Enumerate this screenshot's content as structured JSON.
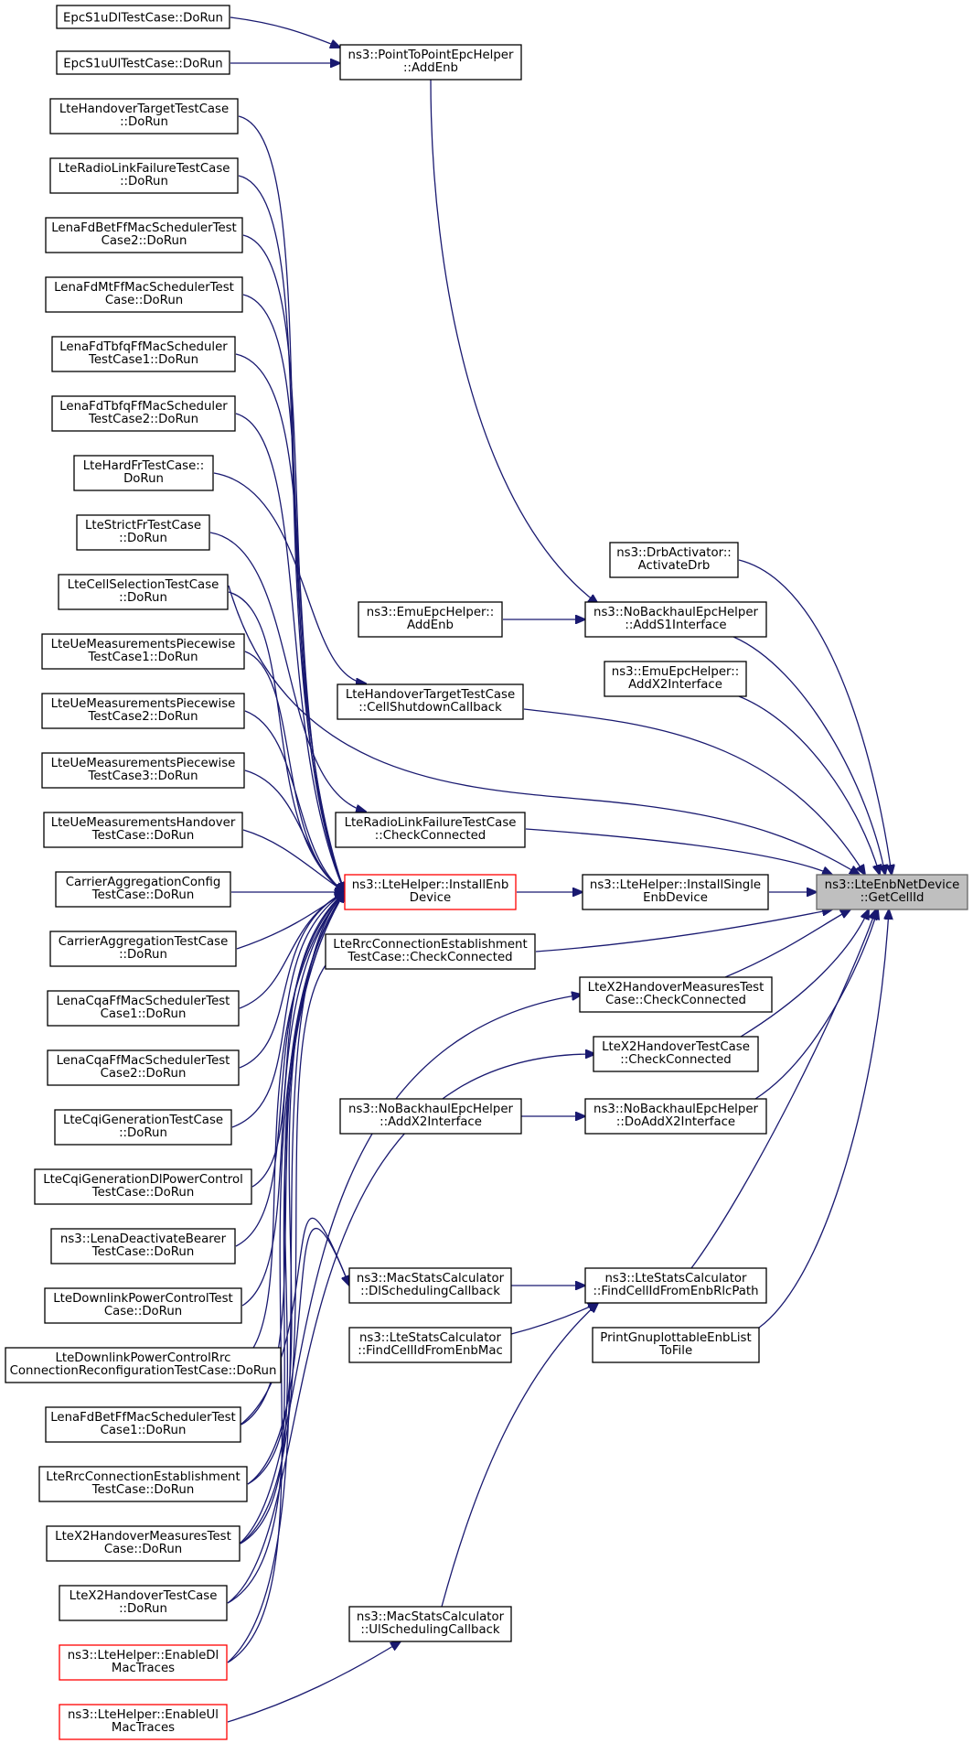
{
  "graph": {
    "colors": {
      "edge": "#191970",
      "root_fill": "#bfbfbf",
      "red_border": "#ff0000",
      "box_border": "#000000"
    },
    "nodes": [
      {
        "id": "root",
        "lines": [
          "ns3::LteEnbNetDevice",
          "::GetCellId"
        ],
        "style": "root"
      },
      {
        "id": "epcdl",
        "lines": [
          "EpcS1uDlTestCase::DoRun"
        ]
      },
      {
        "id": "epcul",
        "lines": [
          "EpcS1uUlTestCase::DoRun"
        ]
      },
      {
        "id": "p2p",
        "lines": [
          "ns3::PointToPointEpcHelper",
          "::AddEnb"
        ]
      },
      {
        "id": "hotarget",
        "lines": [
          "LteHandoverTargetTestCase",
          "::DoRun"
        ]
      },
      {
        "id": "rlf",
        "lines": [
          "LteRadioLinkFailureTestCase",
          "::DoRun"
        ]
      },
      {
        "id": "fdbet2",
        "lines": [
          "LenaFdBetFfMacSchedulerTest",
          "Case2::DoRun"
        ]
      },
      {
        "id": "fdmt",
        "lines": [
          "LenaFdMtFfMacSchedulerTest",
          "Case::DoRun"
        ]
      },
      {
        "id": "tbfq1",
        "lines": [
          "LenaFdTbfqFfMacScheduler",
          "TestCase1::DoRun"
        ]
      },
      {
        "id": "tbfq2",
        "lines": [
          "LenaFdTbfqFfMacScheduler",
          "TestCase2::DoRun"
        ]
      },
      {
        "id": "hardfr",
        "lines": [
          "LteHardFrTestCase::",
          "DoRun"
        ]
      },
      {
        "id": "strictfr",
        "lines": [
          "LteStrictFrTestCase",
          "::DoRun"
        ]
      },
      {
        "id": "cellsel",
        "lines": [
          "LteCellSelectionTestCase",
          "::DoRun"
        ]
      },
      {
        "id": "uepw1",
        "lines": [
          "LteUeMeasurementsPiecewise",
          "TestCase1::DoRun"
        ]
      },
      {
        "id": "uepw2",
        "lines": [
          "LteUeMeasurementsPiecewise",
          "TestCase2::DoRun"
        ]
      },
      {
        "id": "uepw3",
        "lines": [
          "LteUeMeasurementsPiecewise",
          "TestCase3::DoRun"
        ]
      },
      {
        "id": "uemho",
        "lines": [
          "LteUeMeasurementsHandover",
          "TestCase::DoRun"
        ]
      },
      {
        "id": "cacfg",
        "lines": [
          "CarrierAggregationConfig",
          "TestCase::DoRun"
        ]
      },
      {
        "id": "catest",
        "lines": [
          "CarrierAggregationTestCase",
          "::DoRun"
        ]
      },
      {
        "id": "cqa1",
        "lines": [
          "LenaCqaFfMacSchedulerTest",
          "Case1::DoRun"
        ]
      },
      {
        "id": "cqa2",
        "lines": [
          "LenaCqaFfMacSchedulerTest",
          "Case2::DoRun"
        ]
      },
      {
        "id": "cqigen",
        "lines": [
          "LteCqiGenerationTestCase",
          "::DoRun"
        ]
      },
      {
        "id": "cqidlpc",
        "lines": [
          "LteCqiGenerationDlPowerControl",
          "TestCase::DoRun"
        ]
      },
      {
        "id": "deact",
        "lines": [
          "ns3::LenaDeactivateBearer",
          "TestCase::DoRun"
        ]
      },
      {
        "id": "dlpc",
        "lines": [
          "LteDownlinkPowerControlTest",
          "Case::DoRun"
        ]
      },
      {
        "id": "dlpcrrc",
        "lines": [
          "LteDownlinkPowerControlRrc",
          "ConnectionReconfigurationTestCase::DoRun"
        ]
      },
      {
        "id": "fdbet1",
        "lines": [
          "LenaFdBetFfMacSchedulerTest",
          "Case1::DoRun"
        ]
      },
      {
        "id": "rrcest",
        "lines": [
          "LteRrcConnectionEstablishment",
          "TestCase::DoRun"
        ]
      },
      {
        "id": "x2hom",
        "lines": [
          "LteX2HandoverMeasuresTest",
          "Case::DoRun"
        ]
      },
      {
        "id": "x2ho",
        "lines": [
          "LteX2HandoverTestCase",
          "::DoRun"
        ]
      },
      {
        "id": "enabledl",
        "lines": [
          "ns3::LteHelper::EnableDl",
          "MacTraces"
        ],
        "style": "red"
      },
      {
        "id": "enableul",
        "lines": [
          "ns3::LteHelper::EnableUl",
          "MacTraces"
        ],
        "style": "red"
      },
      {
        "id": "drbact",
        "lines": [
          "ns3::DrbActivator::",
          "ActivateDrb"
        ]
      },
      {
        "id": "emuaddenb",
        "lines": [
          "ns3::EmuEpcHelper::",
          "AddEnb"
        ]
      },
      {
        "id": "nbs1",
        "lines": [
          "ns3::NoBackhaulEpcHelper",
          "::AddS1Interface"
        ]
      },
      {
        "id": "emux2",
        "lines": [
          "ns3::EmuEpcHelper::",
          "AddX2Interface"
        ]
      },
      {
        "id": "hoshut",
        "lines": [
          "LteHandoverTargetTestCase",
          "::CellShutdownCallback"
        ]
      },
      {
        "id": "rlfcheck",
        "lines": [
          "LteRadioLinkFailureTestCase",
          "::CheckConnected"
        ]
      },
      {
        "id": "installenb",
        "lines": [
          "ns3::LteHelper::InstallEnb",
          "Device"
        ],
        "style": "red"
      },
      {
        "id": "installsingle",
        "lines": [
          "ns3::LteHelper::InstallSingle",
          "EnbDevice"
        ]
      },
      {
        "id": "rrccheck",
        "lines": [
          "LteRrcConnectionEstablishment",
          "TestCase::CheckConnected"
        ]
      },
      {
        "id": "x2homcheck",
        "lines": [
          "LteX2HandoverMeasuresTest",
          "Case::CheckConnected"
        ]
      },
      {
        "id": "x2hocheck",
        "lines": [
          "LteX2HandoverTestCase",
          "::CheckConnected"
        ]
      },
      {
        "id": "nbx2add",
        "lines": [
          "ns3::NoBackhaulEpcHelper",
          "::AddX2Interface"
        ]
      },
      {
        "id": "nbdox2",
        "lines": [
          "ns3::NoBackhaulEpcHelper",
          "::DoAddX2Interface"
        ]
      },
      {
        "id": "macdl",
        "lines": [
          "ns3::MacStatsCalculator",
          "::DlSchedulingCallback"
        ]
      },
      {
        "id": "fromrlc",
        "lines": [
          "ns3::LteStatsCalculator",
          "::FindCellIdFromEnbRlcPath"
        ]
      },
      {
        "id": "frommac",
        "lines": [
          "ns3::LteStatsCalculator",
          "::FindCellIdFromEnbMac"
        ]
      },
      {
        "id": "gnuplot",
        "lines": [
          "PrintGnuplottableEnbList",
          "ToFile"
        ]
      },
      {
        "id": "macul",
        "lines": [
          "ns3::MacStatsCalculator",
          "::UlSchedulingCallback"
        ]
      }
    ]
  }
}
